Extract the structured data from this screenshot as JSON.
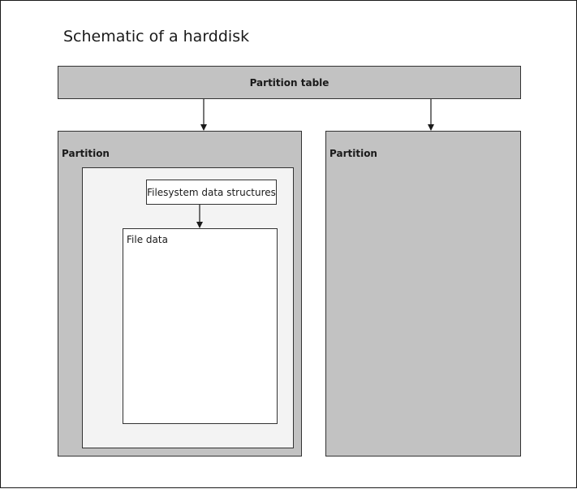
{
  "diagram": {
    "title": "Schematic of a harddisk",
    "partition_table": {
      "label": "Partition table"
    },
    "partitions": [
      {
        "label": "Partition"
      },
      {
        "label": "Partition"
      }
    ],
    "filesystem": {
      "data_structures_label": "Filesystem data structures",
      "file_data_label": "File data"
    },
    "colors": {
      "partition_fill": "#c2c2c2",
      "filesystem_fill": "#f3f3f3",
      "box_fill": "#ffffff",
      "stroke": "#333333"
    }
  }
}
